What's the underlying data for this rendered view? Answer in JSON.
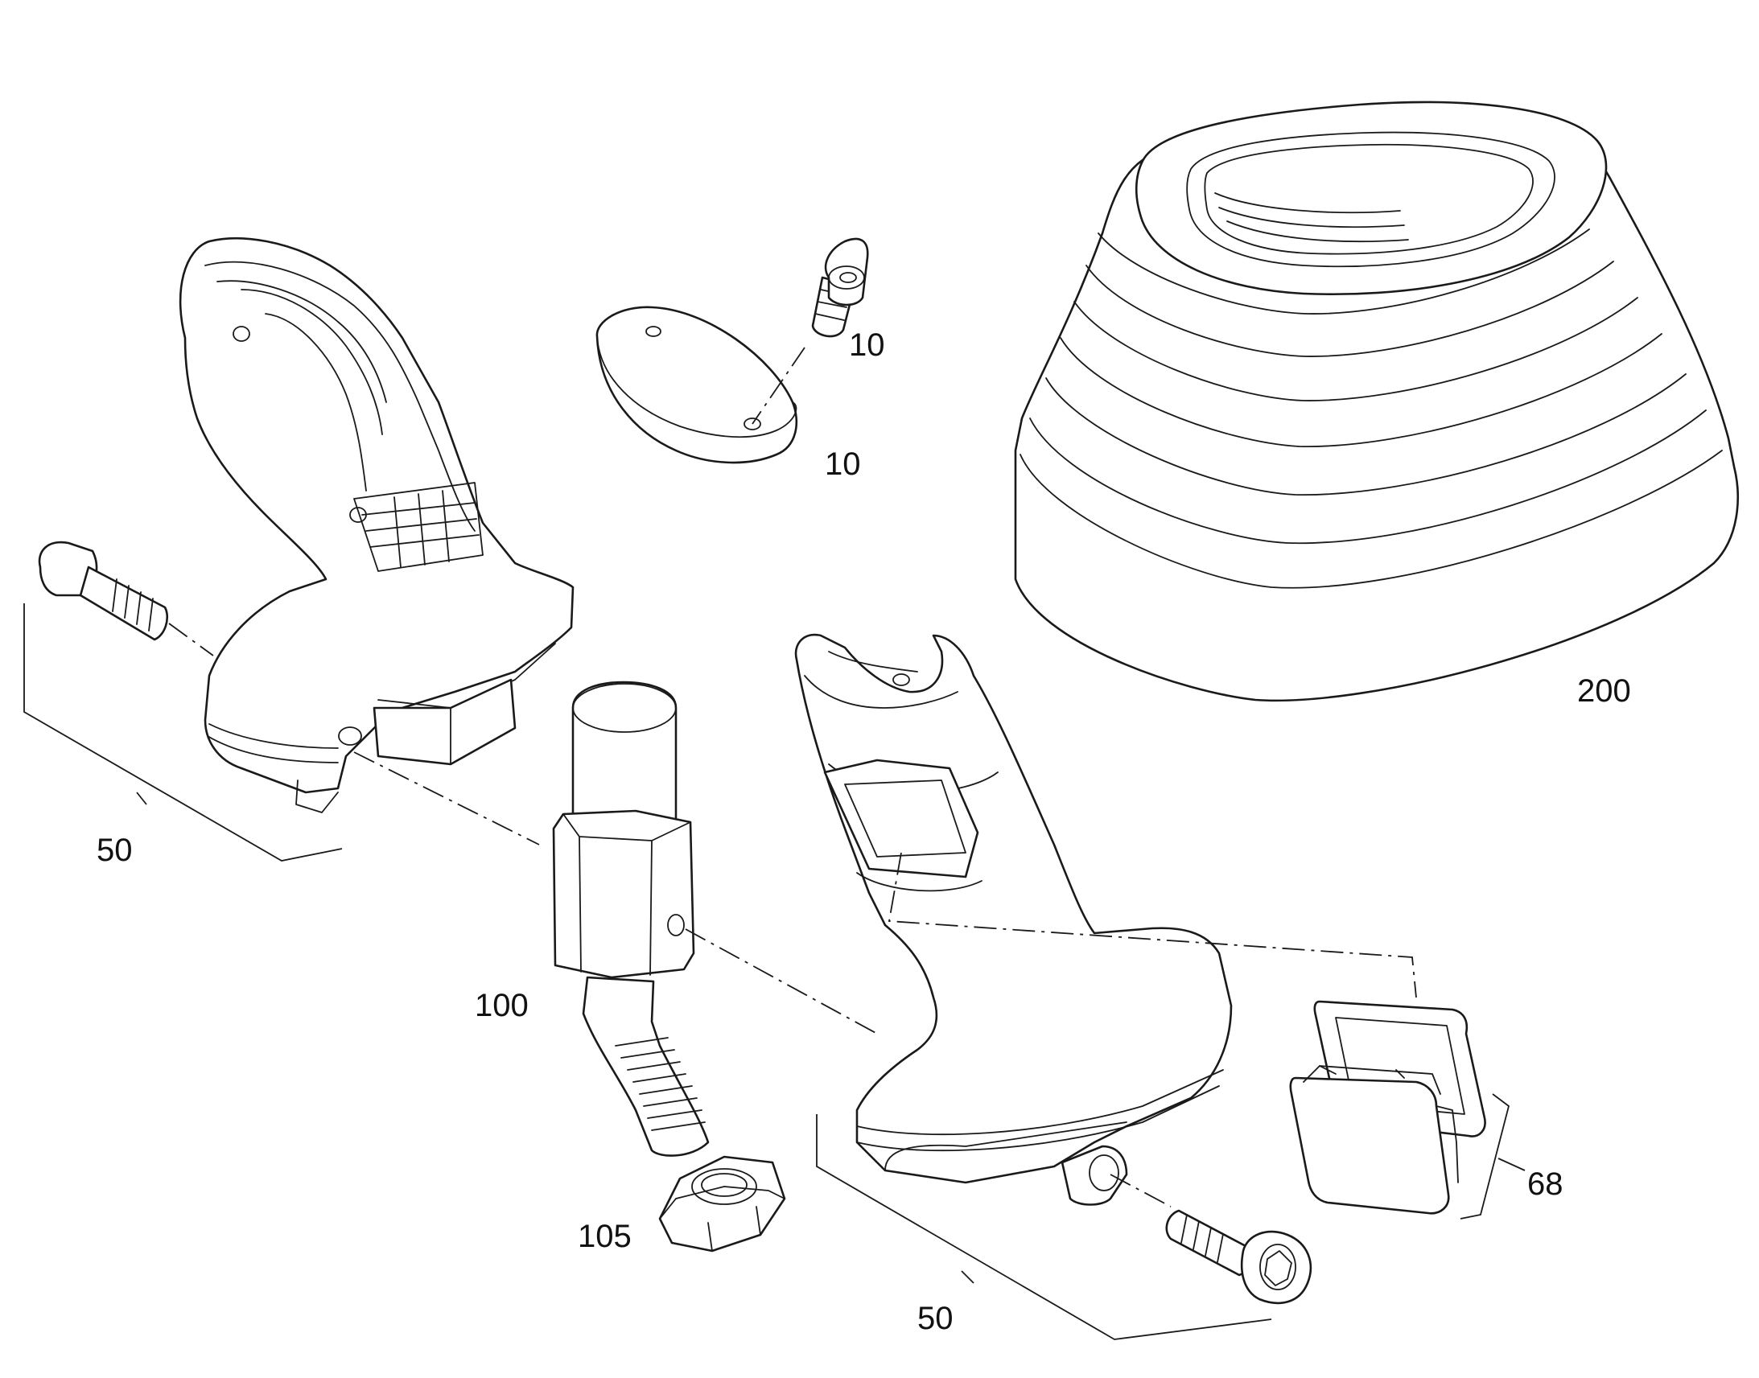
{
  "figure": {
    "callouts": {
      "screw_label": "10",
      "cap_label": "10",
      "boot_label": "200",
      "left_half_label": "50",
      "right_half_label": "50",
      "shaft_label": "100",
      "nut_label": "105",
      "insert_label": "68"
    }
  }
}
